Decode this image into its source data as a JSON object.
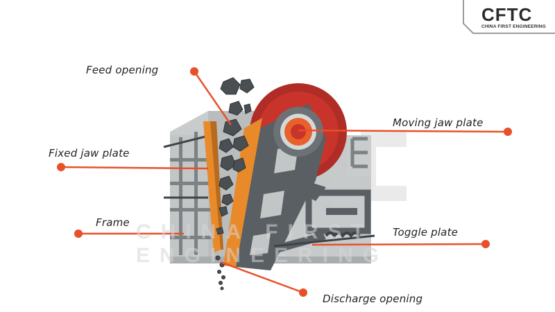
{
  "labels": {
    "feed_opening": "Feed opening",
    "moving_jaw_plate": "Moving jaw plate",
    "fixed_jaw_plate": "Fixed jaw plate",
    "frame": "Frame",
    "toggle_plate": "Toggle plate",
    "discharge_opening": "Discharge opening"
  },
  "logo": {
    "main": "CFTC",
    "subtitle": "CHINA FIRST ENGINEERING"
  },
  "watermark": {
    "sub": "CHINA FIRST ENGINEERING"
  },
  "colors": {
    "accent": "#e8502a",
    "jaw_orange": "#e98a2a",
    "flywheel_red": "#c8302a",
    "frame_gray": "#bfc3c4",
    "dark_gray": "#545a5e",
    "rock": "#4a4f53"
  }
}
